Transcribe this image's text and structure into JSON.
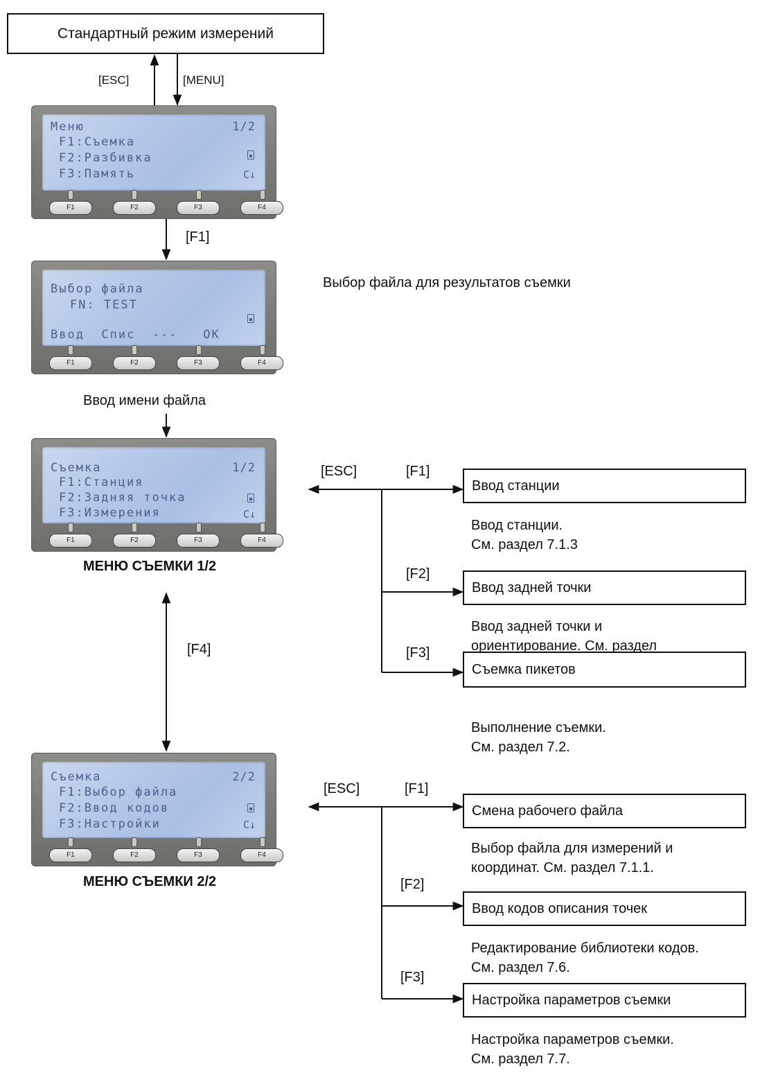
{
  "top_box": "Стандартный режим измерений",
  "keys": {
    "esc": "[ESC]",
    "menu": "[MENU]",
    "f1": "[F1]",
    "f2": "[F2]",
    "f3": "[F3]",
    "f4": "[F4]"
  },
  "screens": {
    "menu": {
      "title": "Меню",
      "page": "1/2",
      "lines": [
        "F1:Съемка",
        "F2:Разбивка",
        "F3:Память"
      ],
      "icon": "C↓"
    },
    "file": {
      "title": "Выбор файла",
      "lines": [
        "FN: TEST"
      ],
      "softkeys": "Ввод  Спис  ---   OK"
    },
    "survey1": {
      "title": "Съемка",
      "page": "1/2",
      "lines": [
        "F1:Станция",
        "F2:Задняя точка",
        "F3:Измерения"
      ],
      "icon": "C↓"
    },
    "survey2": {
      "title": "Съемка",
      "page": "2/2",
      "lines": [
        "F1:Выбор файла",
        "F2:Ввод кодов",
        "F3:Настройки"
      ],
      "icon": "C↓"
    },
    "fkeys": [
      "F1",
      "F2",
      "F3",
      "F4"
    ]
  },
  "file_select_note": "Выбор файла для результатов съемки",
  "file_name_input": "Ввод имени файла",
  "caption1": "МЕНЮ СЪЕМКИ 1/2",
  "caption2": "МЕНЮ СЪЕМКИ 2/2",
  "menu1_items": [
    {
      "key": "[F1]",
      "label": "Ввод станции",
      "desc": [
        "Ввод станции.",
        "См. раздел 7.1.3"
      ]
    },
    {
      "key": "[F2]",
      "label": "Ввод задней точки",
      "desc": [
        "Ввод задней точки и",
        "ориентирование. См. раздел"
      ]
    },
    {
      "key": "[F3]",
      "label": "Съемка пикетов",
      "desc": [
        "Выполнение съемки.",
        "См. раздел 7.2."
      ]
    }
  ],
  "menu2_items": [
    {
      "key": "[F1]",
      "label": "Смена рабочего файла",
      "desc": [
        "Выбор файла для измерений и",
        "координат. См. раздел 7.1.1."
      ]
    },
    {
      "key": "[F2]",
      "label": "Ввод кодов описания точек",
      "desc": [
        "Редактирование библиотеки кодов.",
        "См. раздел 7.6."
      ]
    },
    {
      "key": "[F3]",
      "label": "Настройка параметров съемки",
      "desc": [
        "Настройка параметров съемки.",
        "См. раздел 7.7."
      ]
    }
  ]
}
